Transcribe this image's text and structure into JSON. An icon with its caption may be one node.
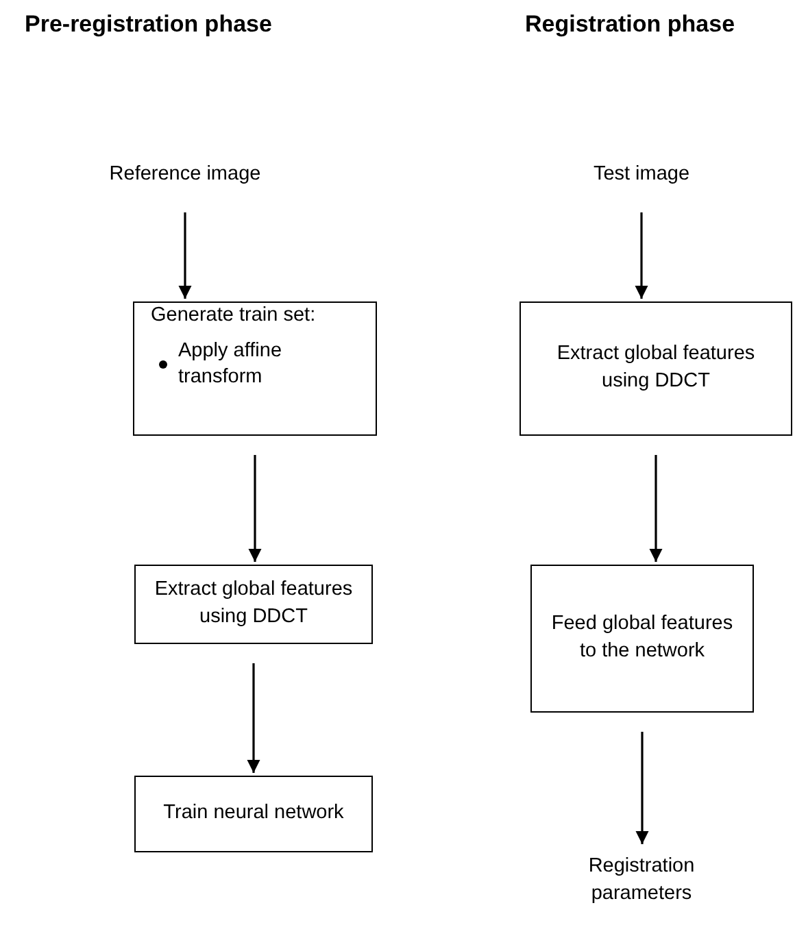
{
  "diagram": {
    "nodes": [
      {
        "text": [
          "Reference image"
        ]
      },
      {
        "text": [
          "Generate train set:",
          "Apply affine transform"
        ]
      },
      {
        "text": [
          "Extract global features using DDCT"
        ]
      },
      {
        "text": [
          "Train neural network"
        ]
      },
      {
        "text": [
          "Test image"
        ]
      },
      {
        "text": [
          "Extract global features using DDCT"
        ]
      },
      {
        "text": [
          "Feed global features to the network"
        ]
      },
      {
        "text": [
          "Registration parameters"
        ]
      }
    ],
    "edges": [
      {
        "from": 0,
        "to": 1,
        "arrow": "to"
      },
      {
        "from": 1,
        "to": 2,
        "arrow": "to"
      },
      {
        "from": 2,
        "to": 3,
        "arrow": "to"
      },
      {
        "from": 4,
        "to": 5,
        "arrow": "to"
      },
      {
        "from": 5,
        "to": 6,
        "arrow": "to"
      },
      {
        "from": 6,
        "to": 7,
        "arrow": "to"
      }
    ],
    "labels": [
      "Pre-registration phase",
      "Registration phase"
    ]
  }
}
